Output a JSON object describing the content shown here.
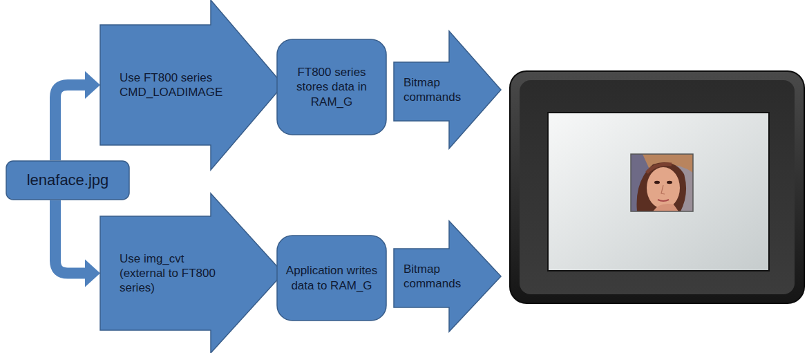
{
  "diagram": {
    "nodes": [
      {
        "text": [
          "lenaface.jpg"
        ]
      },
      {
        "text": [
          "Use FT800 series CMD_LOADIMAGE"
        ]
      },
      {
        "text": [
          "FT800 series stores data in RAM_G"
        ]
      },
      {
        "text": [
          "Bitmap commands"
        ]
      },
      {
        "text": [
          "Use img_cvt (external to FT800 series)"
        ]
      },
      {
        "text": [
          "Application writes data to RAM_G"
        ]
      },
      {
        "text": [
          "Bitmap commands"
        ]
      }
    ],
    "edges": [
      {
        "from": 0,
        "to": 1,
        "arrow": "to"
      },
      {
        "from": 0,
        "to": 4,
        "arrow": "to"
      }
    ]
  }
}
